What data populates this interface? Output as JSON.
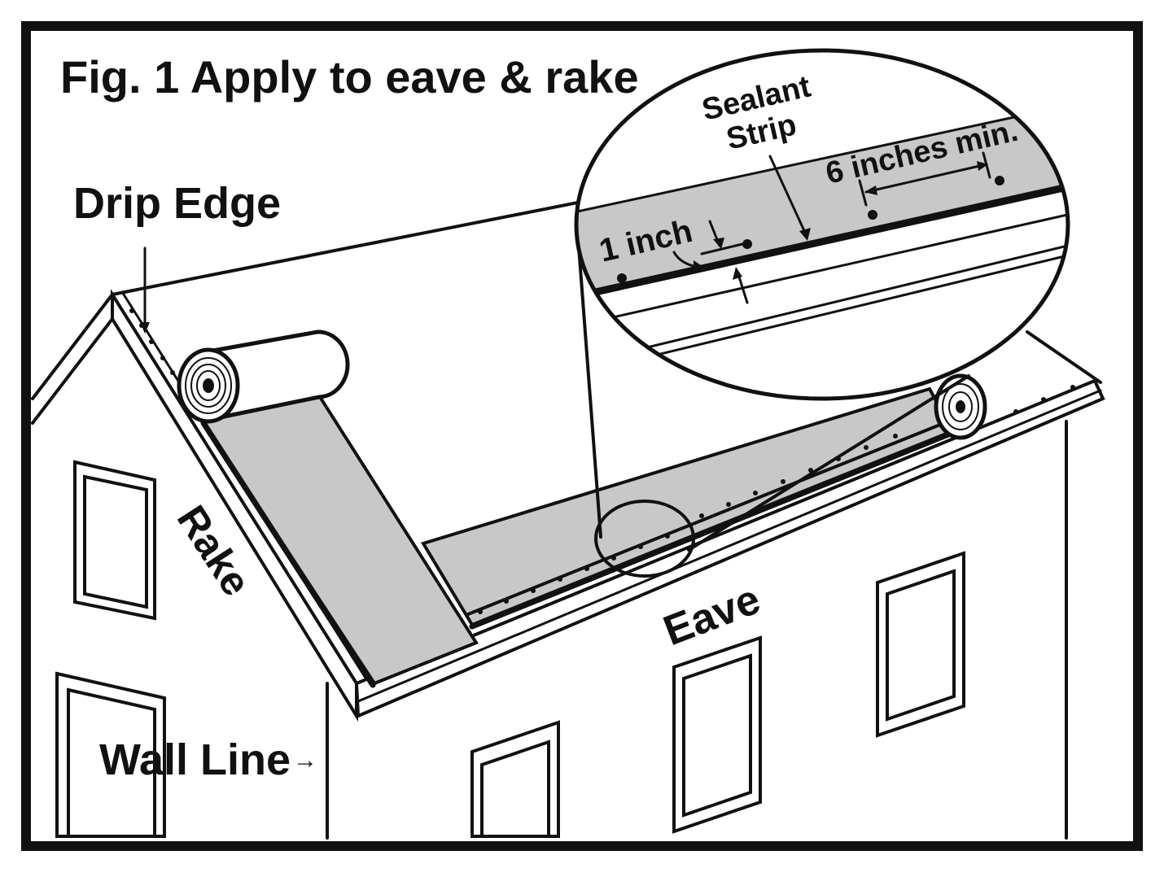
{
  "title": "Fig. 1 Apply to eave & rake",
  "labels": {
    "drip_edge": "Drip Edge",
    "rake": "Rake",
    "eave": "Eave",
    "wall_line": "Wall Line",
    "wall_line_arrow": "→",
    "sealant_line1": "Sealant",
    "sealant_line2": "Strip",
    "six_inches": "6 inches min.",
    "one_inch": "1 inch"
  },
  "colors": {
    "membrane": "#c8c8c8",
    "ink": "#111111",
    "background": "#ffffff"
  }
}
